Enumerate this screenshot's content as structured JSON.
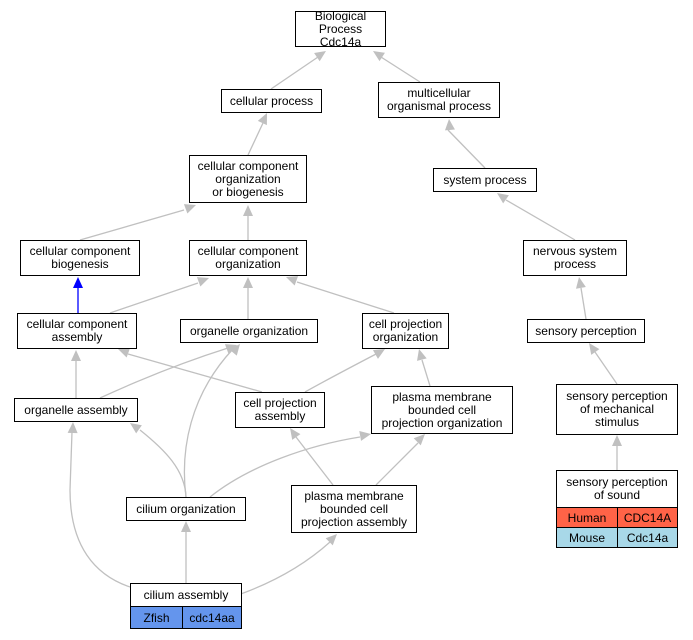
{
  "colors": {
    "edge_gray": "#c0c0c0",
    "edge_blue": "#0000ff",
    "human": "#ff6347",
    "mouse": "#a8d8e8",
    "zfish": "#6495ed"
  },
  "nodes": {
    "bp": "Biological Process\nCdc14a",
    "cp": "cellular process",
    "mop": "multicellular\norganismal process",
    "ccob": "cellular component\norganization\nor biogenesis",
    "sp": "system process",
    "ccb": "cellular component\nbiogenesis",
    "cco": "cellular component\norganization",
    "nsp": "nervous system\nprocess",
    "cca": "cellular component\nassembly",
    "oo": "organelle organization",
    "cpo": "cell projection\norganization",
    "sens": "sensory perception",
    "oa": "organelle assembly",
    "cpa": "cell projection\nassembly",
    "pmbcpo": "plasma membrane\nbounded cell\nprojection organization",
    "spms": "sensory perception\nof mechanical\nstimulus",
    "sps": "sensory perception\nof sound",
    "co": "cilium organization",
    "pmbcpa": "plasma membrane\nbounded cell\nprojection assembly",
    "ca": "cilium assembly"
  },
  "annotations": {
    "human_species": "Human",
    "human_gene": "CDC14A",
    "mouse_species": "Mouse",
    "mouse_gene": "Cdc14a",
    "zfish_species": "Zfish",
    "zfish_gene": "cdc14aa"
  }
}
